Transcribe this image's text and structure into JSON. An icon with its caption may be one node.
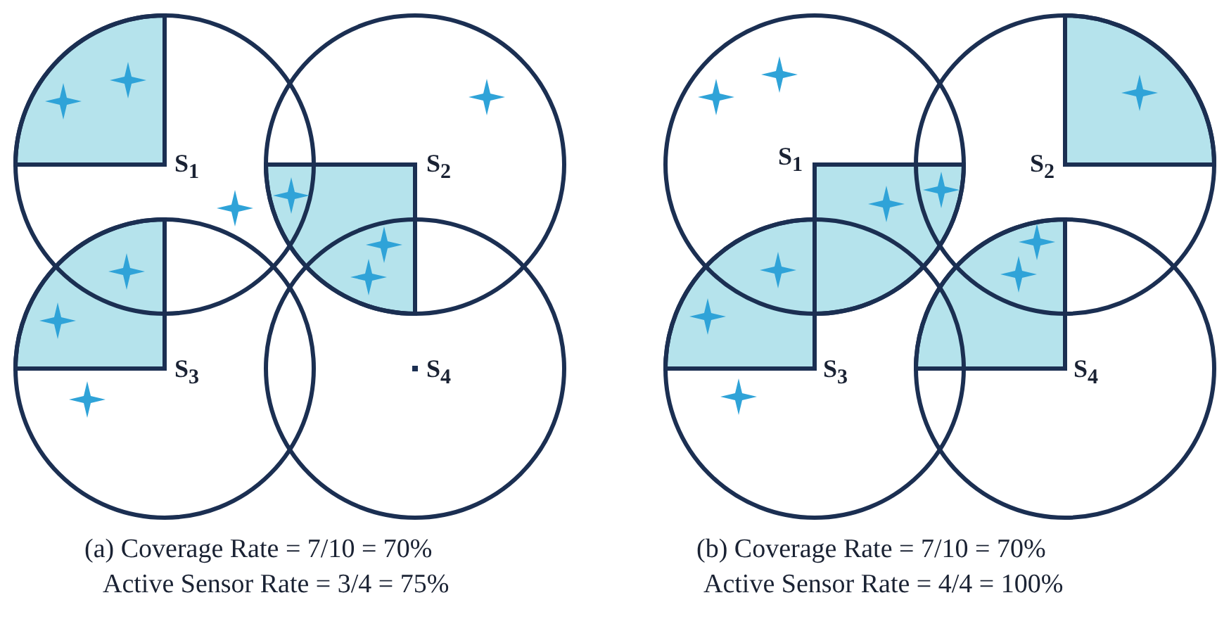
{
  "diagram": {
    "labels": [
      "S$_{1}$",
      "S$_{2}$",
      "S$_{3}$",
      "S$_{4}$",
      "S$_{1}$",
      "S$_{2}$",
      "S$_{3}$",
      "S$_{4}$",
      "(a) Coverage Rate = 7/10 = 70%",
      "Active Sensor Rate = 3/4 = 75%",
      "(b) Coverage Rate = 7/10 = 70%",
      "Active Sensor Rate = 4/4 = 100%"
    ]
  }
}
